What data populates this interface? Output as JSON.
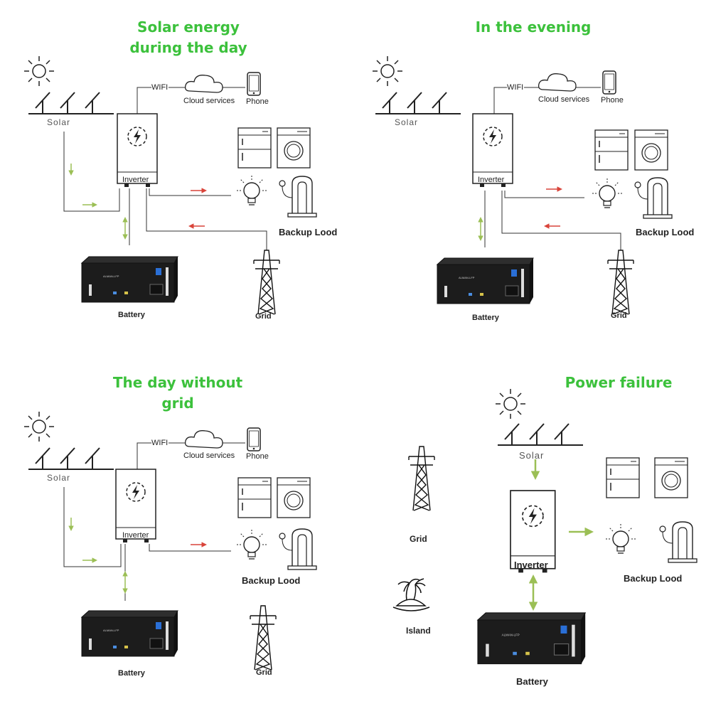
{
  "colors": {
    "title": "#3cc13c",
    "arrow_green": "#9bbf55",
    "arrow_red": "#d9443a",
    "line": "#333333"
  },
  "panels": [
    {
      "title": "Solar energy\nduring the day",
      "labels": {
        "solar": "Solar",
        "wifi": "WIFI",
        "cloud": "Cloud services",
        "phone": "Phone",
        "inverter": "Inverter",
        "backup": "Backup Lood",
        "battery": "Battery",
        "grid": "Grid"
      }
    },
    {
      "title": "In the evening",
      "labels": {
        "solar": "Solar",
        "wifi": "WIFI",
        "cloud": "Cloud services",
        "phone": "Phone",
        "inverter": "Inverter",
        "backup": "Backup Lood",
        "battery": "Battery",
        "grid": "Grid"
      }
    },
    {
      "title": "The day without grid",
      "labels": {
        "solar": "Solar",
        "wifi": "WIFI",
        "cloud": "Cloud services",
        "phone": "Phone",
        "inverter": "Inverter",
        "backup": "Backup Lood",
        "battery": "Battery",
        "grid": "Grid"
      }
    },
    {
      "title": "Power failure",
      "labels": {
        "solar": "Solar",
        "inverter": "Inverter",
        "backup": "Backup Lood",
        "battery": "Battery",
        "grid": "Grid",
        "island": "Island"
      }
    }
  ]
}
